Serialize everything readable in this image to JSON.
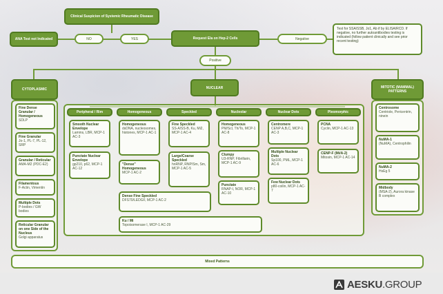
{
  "top": {
    "clinical_suspicion": "Clinical Suspicion of Systemic Rheumatic Disease",
    "ana_test": "ANA Test not Indicated",
    "no": "NO",
    "yes": "YES",
    "hep2": "Request Ela on Hep-2 Cells",
    "negative": "Negative",
    "positive": "Positive",
    "note": "Test for SSA/SSB, Jo1, Ab if by ELISA/RCD. If negative, no further autoantibodies testing is indicated (follow patient clinically and see prior recent testing)"
  },
  "categories": {
    "cytoplasmic": "CYTOPLASMIC",
    "nuclear": "NUCLEAR",
    "mitotic": "MITOTIC (MAMMAL) PATTERNS",
    "mixed": "Mixed Patterns"
  },
  "cytoplasmic_items": [
    {
      "t": "Fine Dense Granular / Homogeneous",
      "s": "SDLP"
    },
    {
      "t": "Fine Granular",
      "s": "Jo-1, PL-7, PL-12, SRP"
    },
    {
      "t": "Granular / Reticular",
      "s": "AMA-M2 (PDC-E2)"
    },
    {
      "t": "Filamentous",
      "s": "F-Actin, Vimentin"
    },
    {
      "t": "Multiple Dots",
      "s": "P-bodies / GW bodies"
    },
    {
      "t": "Reticular Granular on one Side of the Nucleus",
      "s": "Golgi apparatus"
    }
  ],
  "nuclear_columns": [
    {
      "head": "Peripheral / Rim",
      "items": [
        {
          "t": "Smooth Nuclear Envelope",
          "s": "Lamins, LBR, MCP-1 AC-3"
        },
        {
          "t": "Punctate Nuclear Envelope",
          "s": "gp210, p62, MCP-1 AC-12"
        }
      ]
    },
    {
      "head": "Homogeneous",
      "items": [
        {
          "t": "Homogeneous",
          "s": "dsDNA, nucleosomes, histones, MCP-1 AC-1"
        },
        {
          "t": "\"Dense\" Homogeneous",
          "s": "MCP-1 AC-2"
        }
      ]
    },
    {
      "head": "Speckled",
      "items": [
        {
          "t": "Fine Speckled",
          "s": "SS-A/SS-B, Ku, Mi2, MCP-1 AC-4"
        },
        {
          "t": "Large/Coarse Speckled",
          "s": "hnRNP, RNP/Sm, Sm, MCP-1 AC-5"
        }
      ]
    },
    {
      "head": "Nucleolar",
      "items": [
        {
          "t": "Homogeneous",
          "s": "PM/Scl, Th/To, MCP-1 AC-8"
        },
        {
          "t": "Clumpy",
          "s": "U3-RNP, Fibrillarin, MCP-1 AC-9"
        },
        {
          "t": "Punctate",
          "s": "RNAP-I, NOR, MCP-1 AC-10"
        }
      ]
    },
    {
      "head": "Nuclear Dots",
      "items": [
        {
          "t": "Centromere",
          "s": "CENP A,B,C, MCP-1 AC-3"
        },
        {
          "t": "Multiple Nuclear Dots",
          "s": "Sp100, PML, MCP-1 AC-6"
        },
        {
          "t": "Few Nuclear Dots",
          "s": "p80-coilin, MCP-1 AC-7"
        }
      ]
    },
    {
      "head": "Pleomorphic",
      "items": [
        {
          "t": "PCNA",
          "s": "Cyclin, MCP-1 AC-13"
        },
        {
          "t": "CENP-F (Mi/A-2)",
          "s": "Mitosin, MCP-1 AC-14"
        }
      ]
    }
  ],
  "dense_fine": {
    "t": "Dense Fine Speckled",
    "s": "DFS70/LEDGF, MCP-1 AC-2"
  },
  "ku_hi": {
    "t": "Ku / Mi",
    "s": "Topoisomerase I, MCP-1 AC-29"
  },
  "mitotic_items": [
    {
      "t": "Centrosome",
      "s": "Centriole, Pericentrin, ninein"
    },
    {
      "t": "NuMA-1",
      "s": "(NuMA), Centrophilin"
    },
    {
      "t": "NuMA-2",
      "s": "HsEg 5"
    },
    {
      "t": "Midbody",
      "s": "(MSA-2), Aurora kinase B complex"
    }
  ],
  "logo": {
    "mark": "A",
    "brand": "AESKU",
    "suffix": ".GROUP"
  }
}
